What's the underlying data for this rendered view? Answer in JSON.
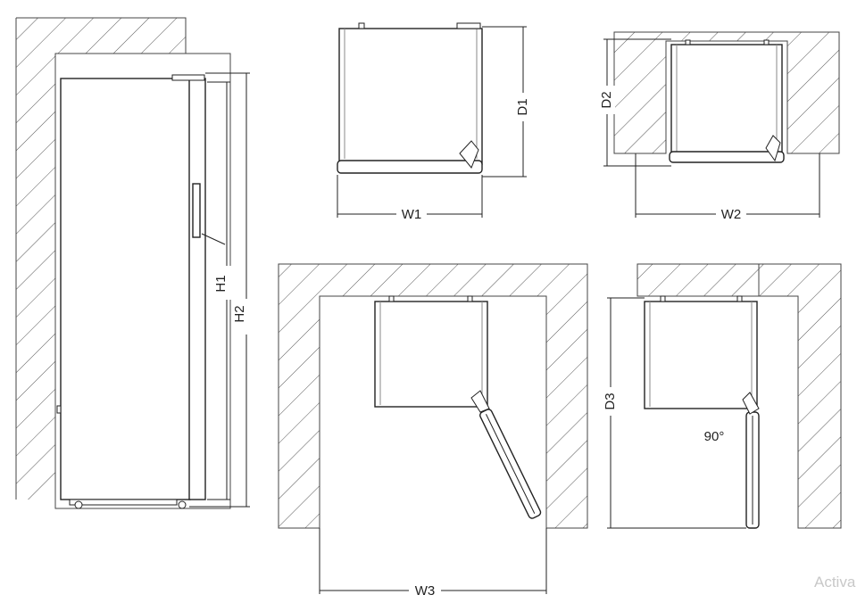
{
  "labels": {
    "h1": "H1",
    "h2": "H2",
    "d1": "D1",
    "d2": "D2",
    "d3": "D3",
    "w1": "W1",
    "w2": "W2",
    "w3": "W3",
    "angle": "90°"
  },
  "watermark": "Activa"
}
